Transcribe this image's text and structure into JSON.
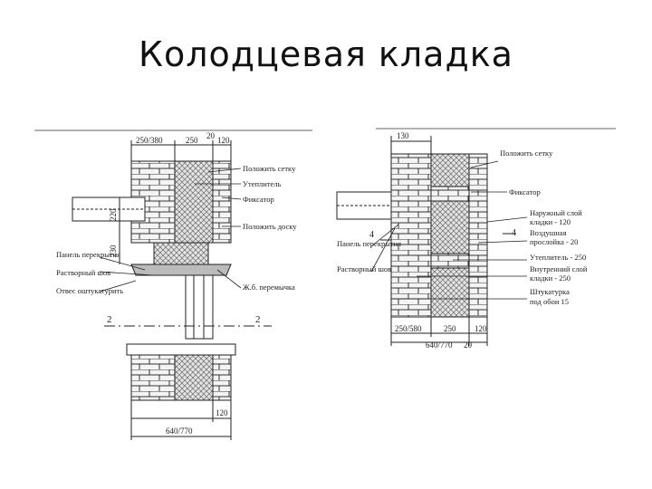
{
  "page": {
    "title": "Колодцевая кладка"
  },
  "left_section": {
    "dimensions": {
      "top_a": "250/380",
      "top_b": "250",
      "top_c": "20",
      "top_d": "120",
      "vert_a": "220",
      "vert_b": "230",
      "bottom_a": "120",
      "bottom_b": "640/770"
    },
    "labels": {
      "polozhit_setku": "Положить сетку",
      "uteplitel": "Утеплитель",
      "fiksator": "Фиксатор",
      "polozhit_dosku": "Положить доску",
      "panel": "Панель перекрытия",
      "rastvorny_shov": "Растворный шов",
      "otves": "Отвес оштукатурить",
      "peremychka": "Ж.б. перемычка"
    },
    "section_marks": {
      "left": "2",
      "right": "2"
    }
  },
  "right_section": {
    "dimensions": {
      "top": "130",
      "bottom_a": "250/580",
      "bottom_b": "250",
      "bottom_c": "120",
      "bottom_d": "640/770",
      "bottom_e": "20"
    },
    "labels": {
      "polozhit_setku": "Положить сетку",
      "fiksator": "Фиксатор",
      "panel": "Панель перекрытия",
      "rastvorny_shov": "Растворный шов",
      "legend_1": "Наружный слой",
      "legend_2": "кладки - 120",
      "legend_3": "Воздушная",
      "legend_4": "прослойка - 20",
      "legend_5": "Утеплитель - 250",
      "legend_6": "Внутренний слой",
      "legend_7": "кладки - 250",
      "legend_8": "Штукатурка",
      "legend_9": "под обои  15"
    },
    "section_marks": {
      "left": "4",
      "right": "4"
    }
  }
}
